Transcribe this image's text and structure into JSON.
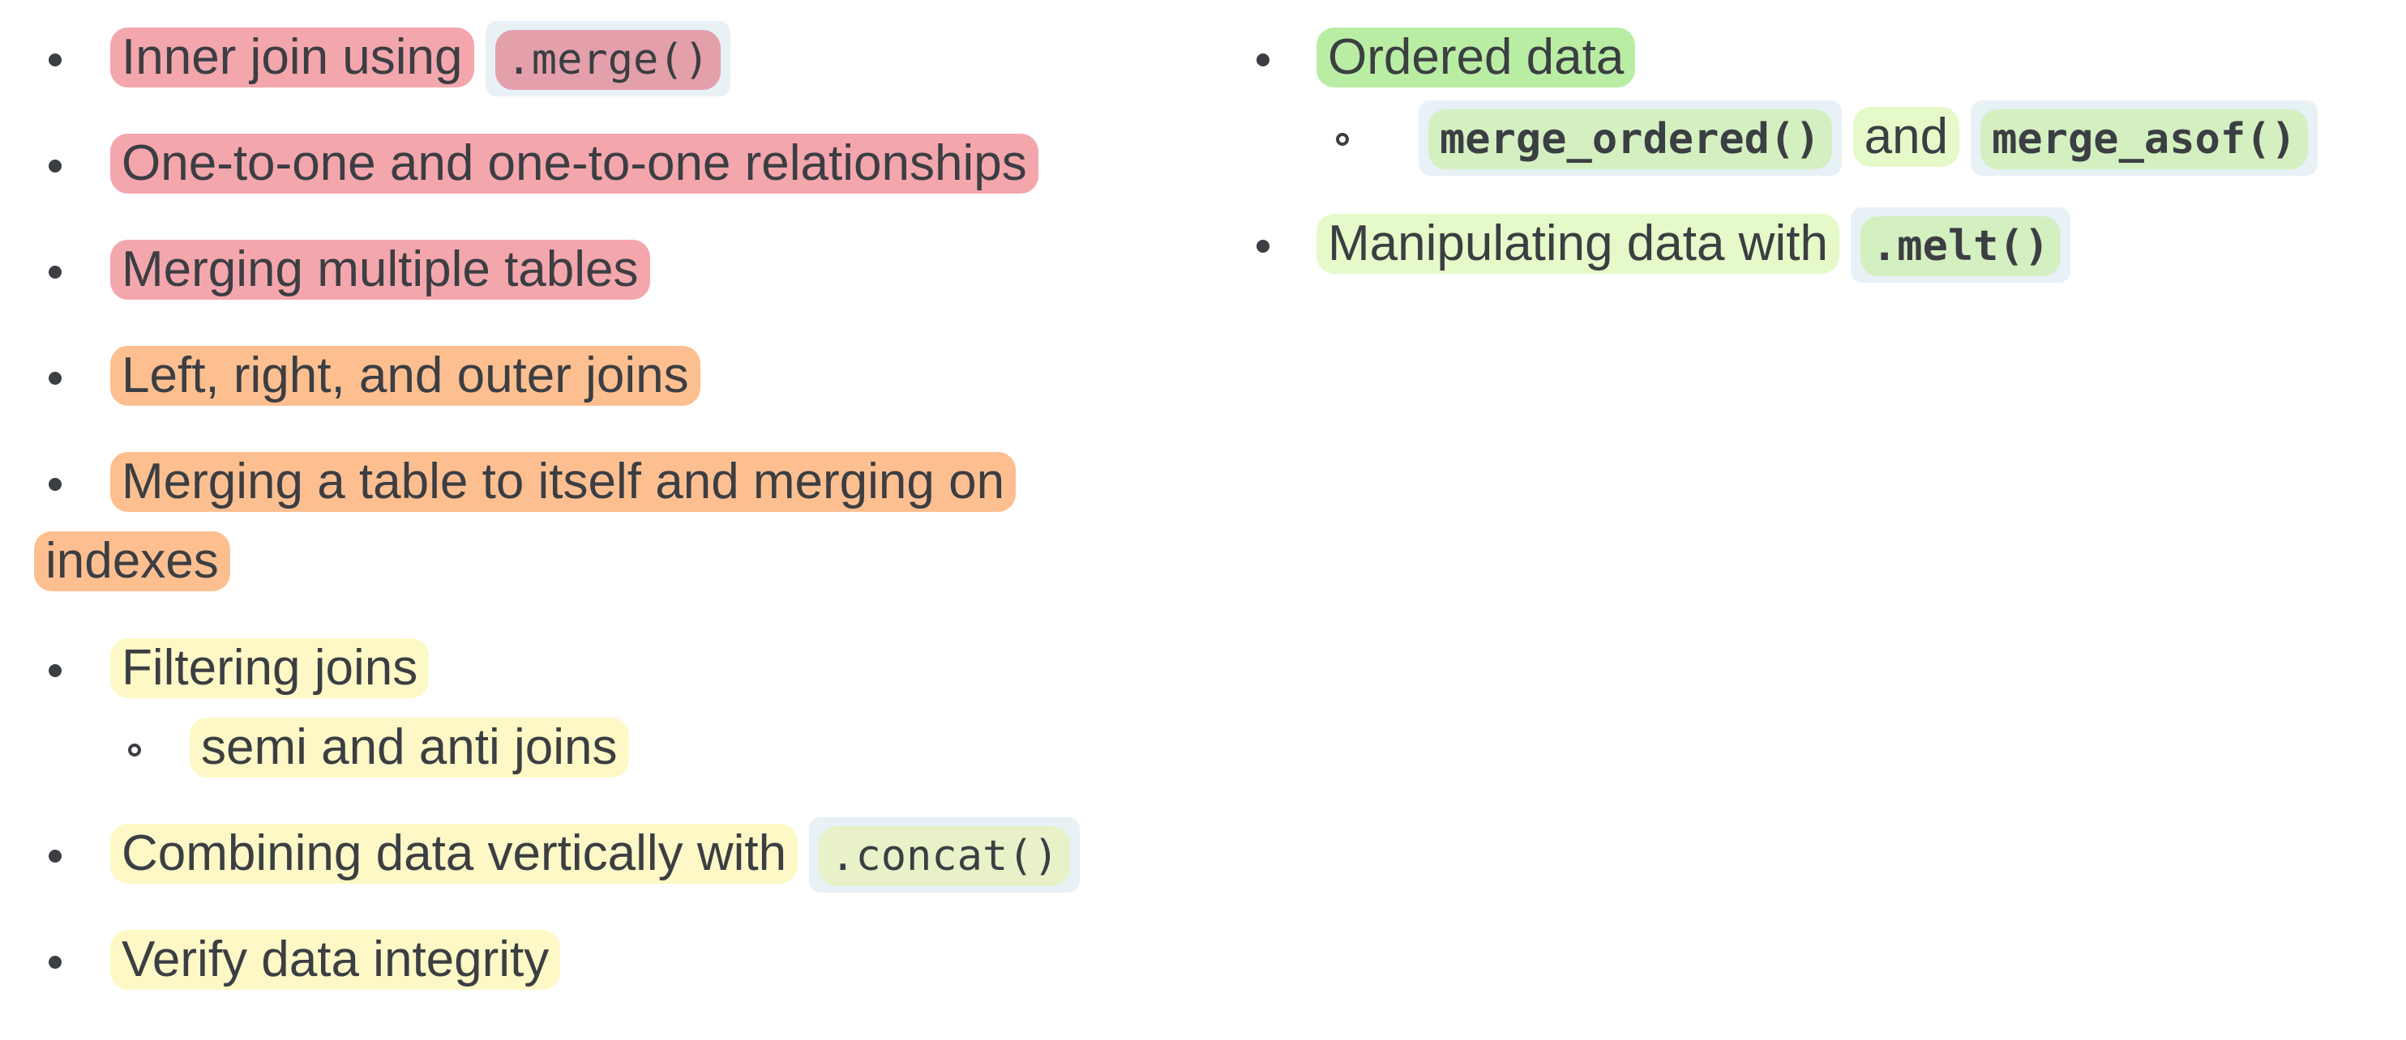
{
  "left_list": {
    "item1": {
      "text": "Inner join using",
      "code": ".merge()"
    },
    "item2": {
      "text": "One-to-one and one-to-one relationships"
    },
    "item3": {
      "text": "Merging multiple tables"
    },
    "item4": {
      "text": "Left, right, and outer joins"
    },
    "item5": {
      "text_line1": "Merging a table to itself and merging on",
      "text_line2": "indexes"
    },
    "item6": {
      "text": "Filtering joins",
      "sub": "semi and anti joins"
    },
    "item7": {
      "text": "Combining data vertically with",
      "code": ".concat()"
    },
    "item8": {
      "text": "Verify data integrity"
    }
  },
  "right_list": {
    "item1": {
      "text": "Ordered data",
      "sub_code1": "merge_ordered()",
      "sub_and": "and",
      "sub_code2": "merge_asof()"
    },
    "item2": {
      "text": "Manipulating data with",
      "code": ".melt()"
    }
  },
  "colors": {
    "red": "#f4a6ad",
    "orange": "#fdbf90",
    "yellow": "#fdf8c6",
    "green_strong": "#b9eda4",
    "green_light": "#e6f9c8",
    "text": "#3b3e42"
  }
}
